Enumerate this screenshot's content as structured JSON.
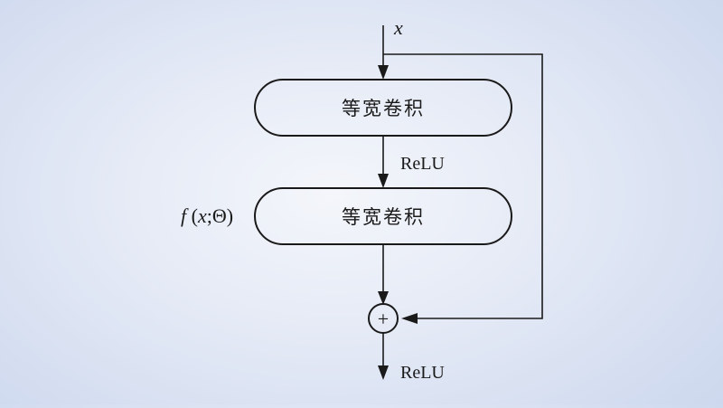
{
  "diagram": {
    "input_label": "x",
    "block1_label": "等宽卷积",
    "block2_label": "等宽卷积",
    "mid_activation_label": "ReLU",
    "output_activation_label": "ReLU",
    "function_label": {
      "f": "f",
      "open": " (",
      "x": "x",
      "sep": ";Θ)"
    },
    "sum_symbol": "+"
  }
}
